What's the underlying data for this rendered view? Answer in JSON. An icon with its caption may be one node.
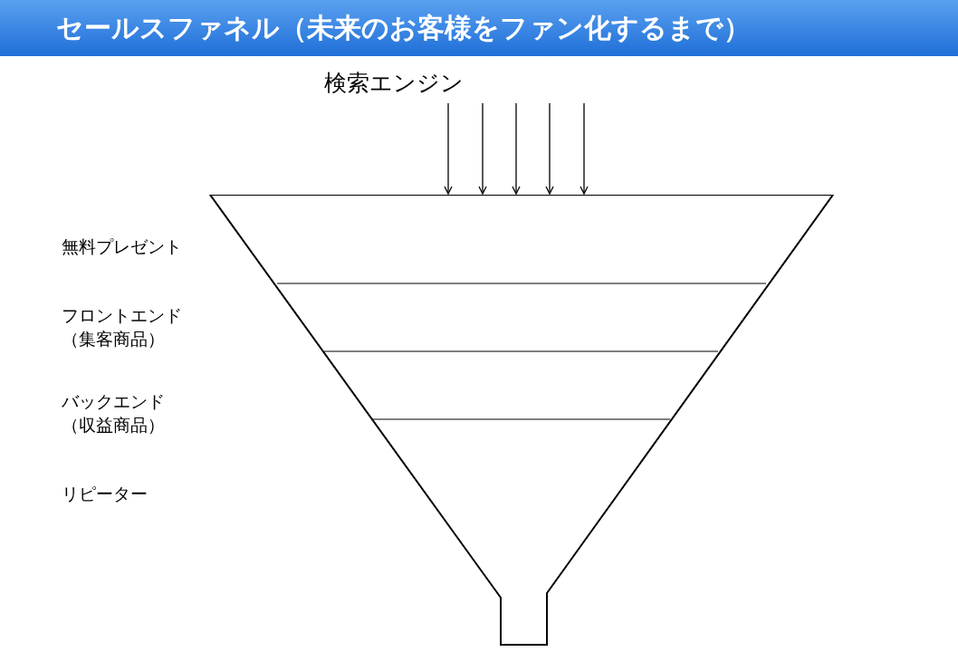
{
  "diagram": {
    "title": "セールスファネル（未来のお客様をファン化するまで）",
    "nodes": [
      {
        "text": [
          "検索エンジン"
        ]
      },
      {
        "text": [],
        "shape": "funnel"
      }
    ],
    "edges": [
      {
        "from": 0,
        "to": 1,
        "arrow": "to"
      },
      {
        "from": 0,
        "to": 1,
        "arrow": "to"
      },
      {
        "from": 0,
        "to": 1,
        "arrow": "to"
      },
      {
        "from": 0,
        "to": 1,
        "arrow": "to"
      },
      {
        "from": 0,
        "to": 1,
        "arrow": "to"
      }
    ],
    "labels": [
      "無料プレゼント",
      "フロントエンド（集客商品）",
      "バックエンド（収益商品）",
      "リピーター"
    ]
  }
}
